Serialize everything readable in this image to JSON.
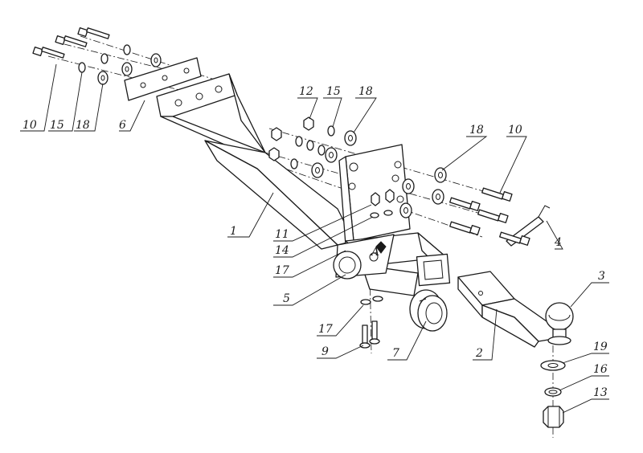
{
  "callouts": {
    "c1": "1",
    "c2": "2",
    "c3": "3",
    "c4": "4",
    "c5": "5",
    "c6": "6",
    "c7": "7",
    "c9": "9",
    "c10a": "10",
    "c10b": "10",
    "c11": "11",
    "c12": "12",
    "c13": "13",
    "c14": "14",
    "c15a": "15",
    "c15b": "15",
    "c16": "16",
    "c17a": "17",
    "c17b": "17",
    "c18a": "18",
    "c18b": "18",
    "c18c": "18",
    "c19": "19"
  }
}
